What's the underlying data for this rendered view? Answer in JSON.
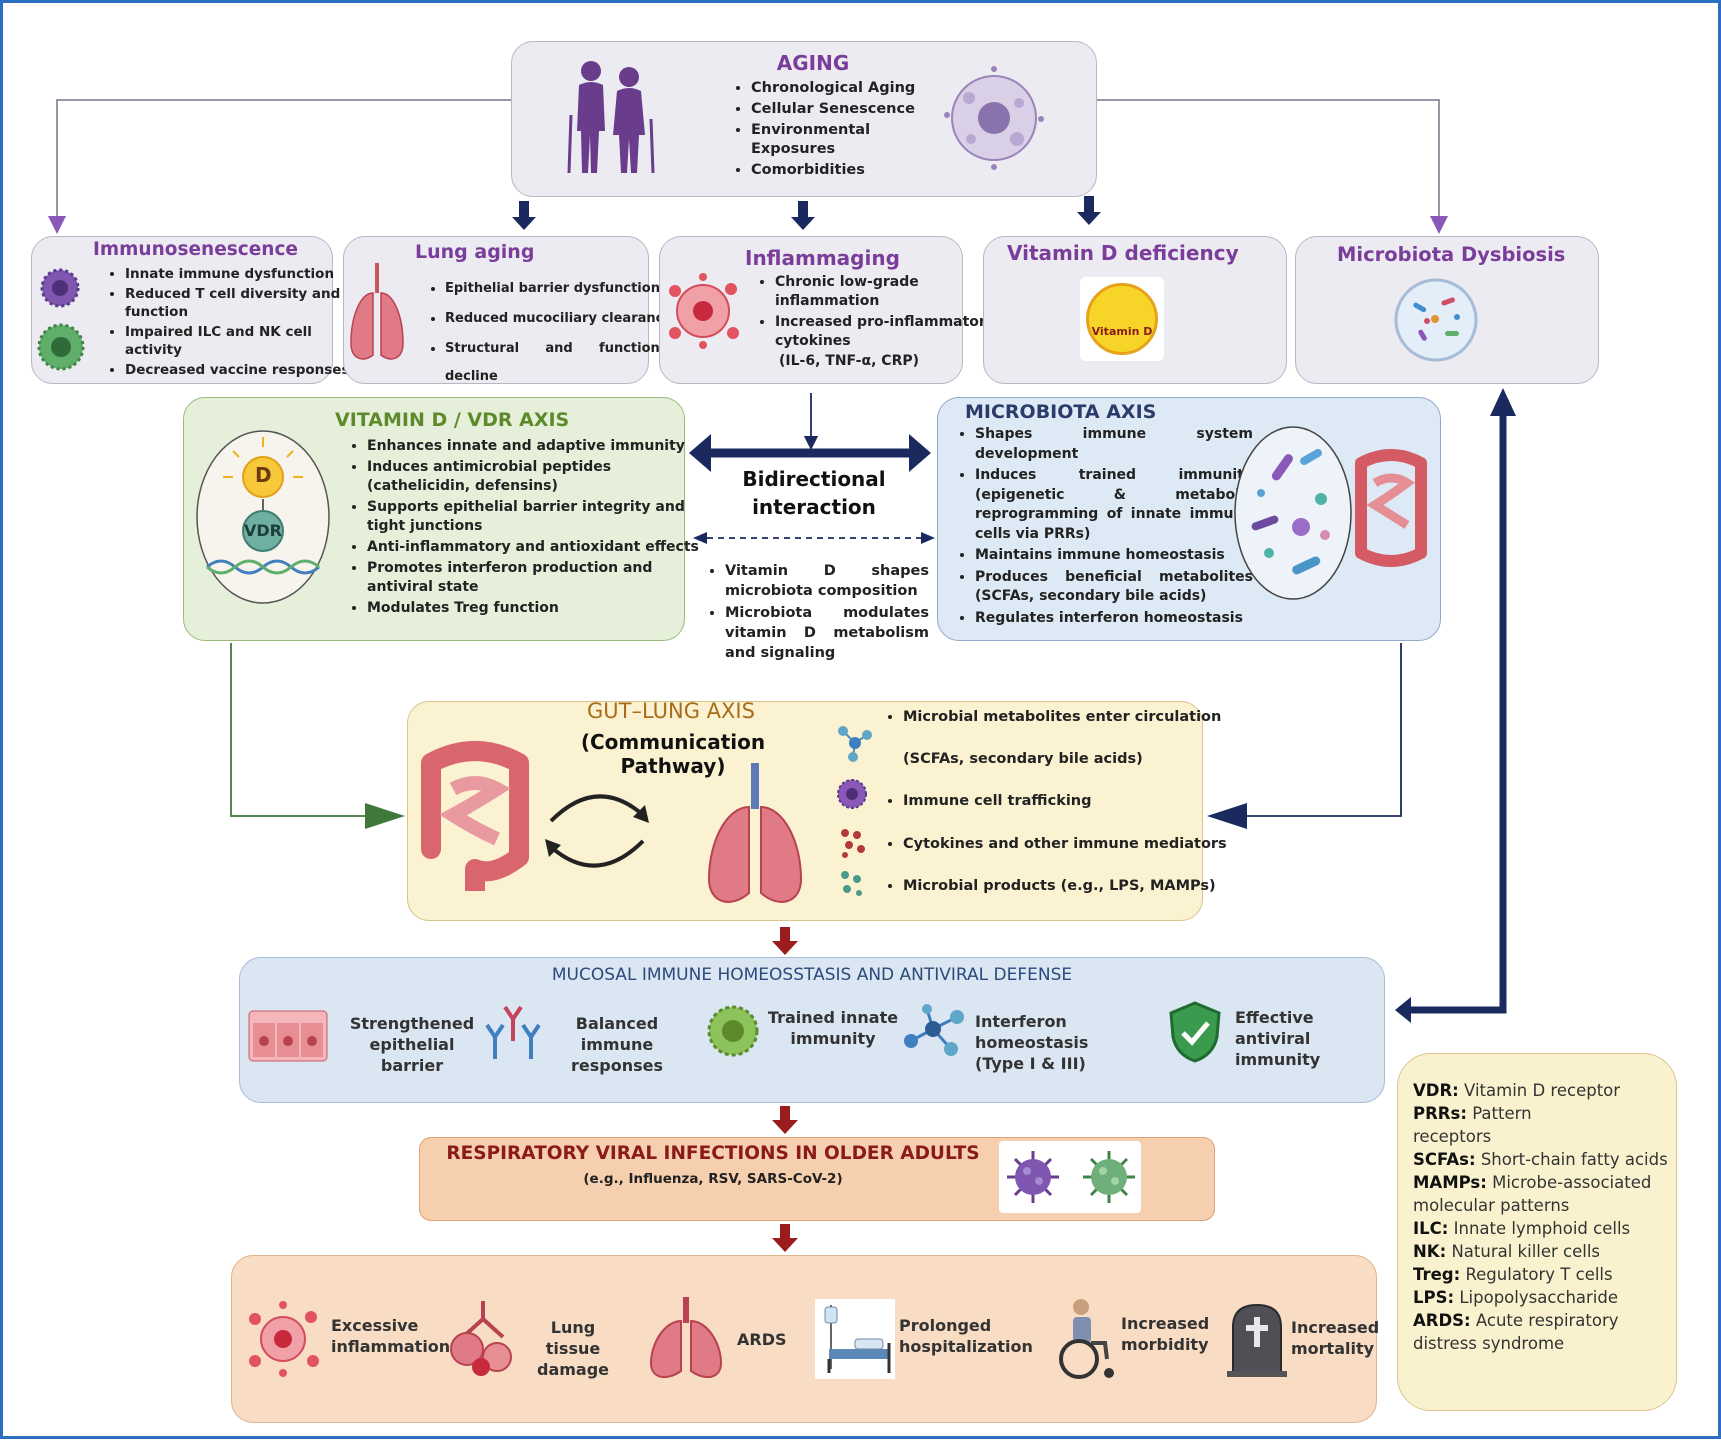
{
  "aging": {
    "title": "AGING",
    "items": [
      "Chronological Aging",
      "Cellular Senescence",
      "Environmental Exposures",
      "Comorbidities"
    ]
  },
  "immunosenescence": {
    "title": "Immunosenescence",
    "items": [
      "Innate immune dysfunction",
      "Reduced T cell diversity and function",
      "Impaired ILC and NK cell activity",
      "Decreased vaccine responses"
    ]
  },
  "lung_aging": {
    "title": "Lung aging",
    "items": [
      "Epithelial barrier dysfunction",
      "Reduced mucociliary clearance",
      "Structural and functional decline"
    ]
  },
  "inflammaging": {
    "title": "Inflammaging",
    "items": [
      "Chronic low-grade inflammation",
      "Increased pro-inflammatory cytokines"
    ],
    "note": "(IL-6, TNF-α, CRP)"
  },
  "vitd_deficiency": {
    "title": "Vitamin D deficiency",
    "badge": "Vitamin D"
  },
  "dysbiosis": {
    "title": "Microbiota Dysbiosis"
  },
  "vdr_axis": {
    "title": "VITAMIN D / VDR AXIS",
    "d_label": "D",
    "vdr_label": "VDR",
    "items": [
      "Enhances innate and adaptive immunity",
      "Induces antimicrobial peptides (cathelicidin, defensins)",
      "Supports epithelial barrier integrity and tight junctions",
      "Anti-inflammatory and antioxidant effects",
      "Promotes interferon production and antiviral state",
      "Modulates Treg function"
    ]
  },
  "bidirectional": {
    "line1": "Bidirectional",
    "line2": "interaction",
    "items": [
      "Vitamin D shapes microbiota composition",
      "Microbiota modulates vitamin D metabolism and signaling"
    ]
  },
  "microbiota_axis": {
    "title": "MICROBIOTA AXIS",
    "items": [
      "Shapes immune system development",
      "Induces trained immunity (epigenetic & metabolic reprogramming of innate immune cells via PRRs)",
      "Maintains immune homeostasis",
      "Produces beneficial metabolites (SCFAs, secondary bile acids)",
      "Regulates interferon homeostasis"
    ]
  },
  "gut_lung": {
    "title": "GUT–LUNG AXIS",
    "subtitle": "(Communication Pathway)",
    "items": [
      "Microbial metabolites enter circulation",
      "(SCFAs, secondary bile acids)",
      "Immune cell trafficking",
      "Cytokines and other immune mediators",
      "Microbial products (e.g., LPS, MAMPs)"
    ]
  },
  "mucosal": {
    "title": "MUCOSAL IMMUNE HOMEOSSTASIS AND ANTIVIRAL DEFENSE",
    "items": [
      {
        "l1": "Strengthened",
        "l2": "epithelial barrier"
      },
      {
        "l1": "Balanced immune",
        "l2": "responses"
      },
      {
        "l1": "Trained innate",
        "l2": "immunity"
      },
      {
        "l1": "Interferon homeostasis",
        "l2": "(Type I & III)"
      },
      {
        "l1": "Effective",
        "l2": "antiviral immunity"
      }
    ]
  },
  "infections": {
    "title": "RESPIRATORY VIRAL INFECTIONS IN OLDER ADULTS",
    "subtitle": "(e.g., Influenza, RSV, SARS-CoV-2)"
  },
  "outcomes": [
    {
      "l1": "Excessive",
      "l2": "inflammation"
    },
    {
      "l1": "Lung tissue",
      "l2": "damage"
    },
    {
      "l1": "ARDS",
      "l2": ""
    },
    {
      "l1": "Prolonged",
      "l2": "hospitalization"
    },
    {
      "l1": "Increased",
      "l2": "morbidity"
    },
    {
      "l1": "Increased",
      "l2": "mortality"
    }
  ],
  "legend": [
    {
      "abbr": "VDR:",
      "def": "Vitamin D receptor"
    },
    {
      "abbr": "PRRs:",
      "def": "Pattern receptors"
    },
    {
      "abbr": "SCFAs:",
      "def": "Short-chain fatty acids"
    },
    {
      "abbr": "MAMPs:",
      "def": "Microbe-associated molecular patterns"
    },
    {
      "abbr": "ILC:",
      "def": "Innate lymphoid cells"
    },
    {
      "abbr": "NK:",
      "def": "Natural killer cells"
    },
    {
      "abbr": "Treg:",
      "def": "Regulatory T cells"
    },
    {
      "abbr": "LPS:",
      "def": "Lipopolysaccharide"
    },
    {
      "abbr": "ARDS:",
      "def": "Acute respiratory distress syndrome"
    }
  ],
  "colors": {
    "purple_title": "#7a3d9a",
    "green_title": "#5d8a2a",
    "navy": "#1a2a5e",
    "dark_red": "#8b1a1a",
    "vdr_bg": "#e6efd9",
    "micro_bg": "#dde9f4",
    "gut_bg": "#fbf2d2",
    "mucosal_bg": "#dbe6f3",
    "infection_bg": "#f6cfae",
    "outcome_bg": "#f8dcc3",
    "aging_bg": "#ecebf1"
  }
}
